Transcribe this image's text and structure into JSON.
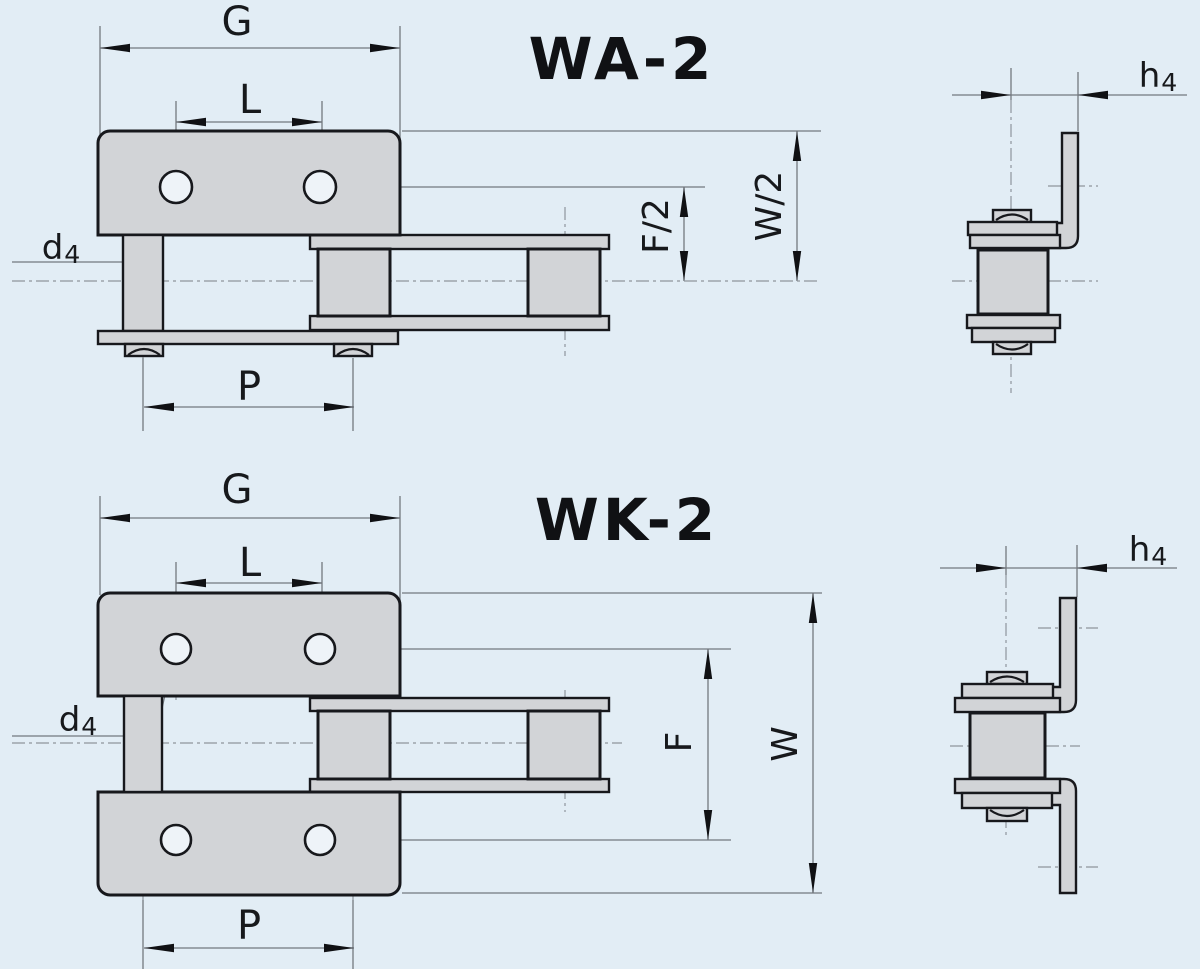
{
  "colors": {
    "background": "#e2edf5",
    "part_fill": "#d2d4d7",
    "hole_fill": "#eef3f8",
    "outline": "#17181c",
    "dimension_line": "#73797f",
    "centerline": "#8e959c",
    "label": "#17191c"
  },
  "views": {
    "wa2": {
      "title": "WA-2",
      "dim_g": "G",
      "dim_l": "L",
      "dim_p": "P",
      "dim_d_main": "d",
      "dim_d_sub": "4",
      "dim_f_half": "F/2",
      "dim_w_half": "W/2",
      "dim_h_main": "h",
      "dim_h_sub": "4"
    },
    "wk2": {
      "title": "WK-2",
      "dim_g": "G",
      "dim_l": "L",
      "dim_p": "P",
      "dim_d_main": "d",
      "dim_d_sub": "4",
      "dim_f": "F",
      "dim_w": "W",
      "dim_h_main": "h",
      "dim_h_sub": "4"
    }
  }
}
